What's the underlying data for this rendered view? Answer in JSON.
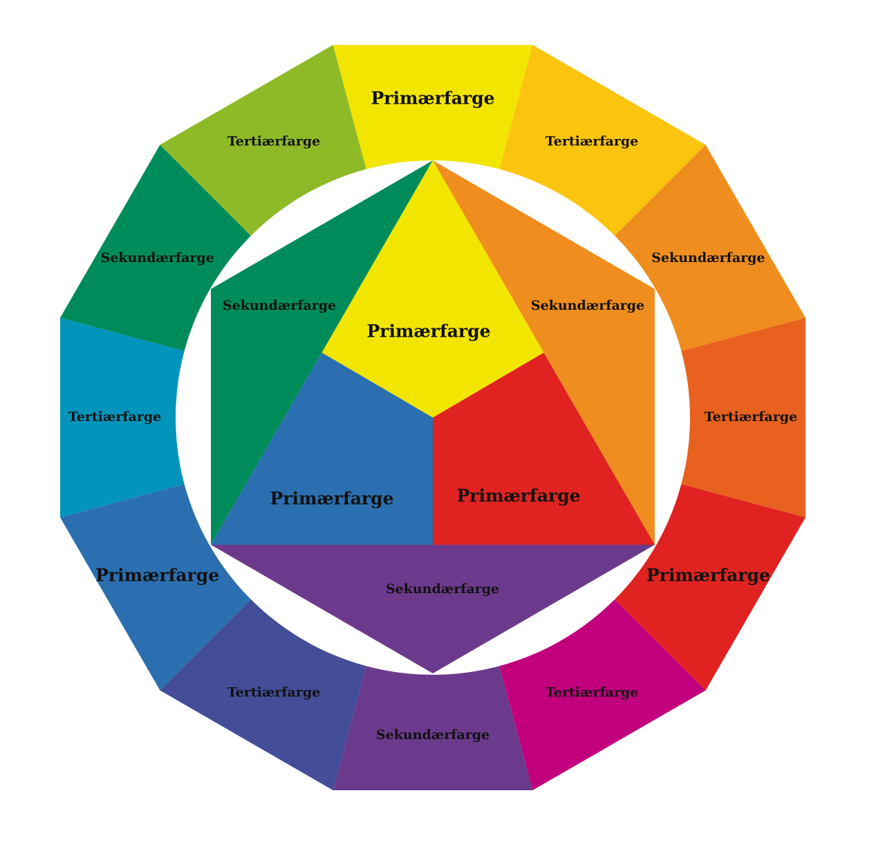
{
  "colors": {
    "yellow": "#F2E500",
    "yellow_orange": "#FBC40E",
    "orange": "#EF8D1E",
    "red_orange": "#E8611F",
    "red": "#E02321",
    "red_violet": "#C2007E",
    "violet": "#6C3A8C",
    "blue_violet": "#434D98",
    "blue": "#2B6FB0",
    "blue_green": "#0394BC",
    "green": "#008C5A",
    "yellow_green": "#8EBA28"
  },
  "outer_ring": [
    {
      "id": "yellow",
      "label": "Primærfarge",
      "kind": "primary",
      "color": "#F2E500"
    },
    {
      "id": "yellow-orange",
      "label": "Tertiærfarge",
      "kind": "tertiary",
      "color": "#FBC40E"
    },
    {
      "id": "orange",
      "label": "Sekundærfarge",
      "kind": "secondary",
      "color": "#EF8D1E"
    },
    {
      "id": "red-orange",
      "label": "Tertiærfarge",
      "kind": "tertiary",
      "color": "#E8611F"
    },
    {
      "id": "red",
      "label": "Primærfarge",
      "kind": "primary",
      "color": "#E02321"
    },
    {
      "id": "red-violet",
      "label": "Tertiærfarge",
      "kind": "tertiary",
      "color": "#C2007E"
    },
    {
      "id": "violet",
      "label": "Sekundærfarge",
      "kind": "secondary",
      "color": "#6C3A8C"
    },
    {
      "id": "blue-violet",
      "label": "Tertiærfarge",
      "kind": "tertiary",
      "color": "#434D98"
    },
    {
      "id": "blue",
      "label": "Primærfarge",
      "kind": "primary",
      "color": "#2B6FB0"
    },
    {
      "id": "blue-green",
      "label": "Tertiærfarge",
      "kind": "tertiary",
      "color": "#0394BC"
    },
    {
      "id": "green",
      "label": "Sekundærfarge",
      "kind": "secondary",
      "color": "#008C5A"
    },
    {
      "id": "yellow-green",
      "label": "Tertiærfarge",
      "kind": "tertiary",
      "color": "#8EBA28"
    }
  ],
  "inner_hexagon": {
    "primaries": [
      {
        "id": "yellow",
        "label": "Primærfarge",
        "color": "#F2E500"
      },
      {
        "id": "red",
        "label": "Primærfarge",
        "color": "#E02321"
      },
      {
        "id": "blue",
        "label": "Primærfarge",
        "color": "#2B6FB0"
      }
    ],
    "secondaries": [
      {
        "id": "orange",
        "label": "Sekundærfarge",
        "color": "#EF8D1E"
      },
      {
        "id": "violet",
        "label": "Sekundærfarge",
        "color": "#6C3A8C"
      },
      {
        "id": "green",
        "label": "Sekundærfarge",
        "color": "#008C5A"
      }
    ]
  }
}
